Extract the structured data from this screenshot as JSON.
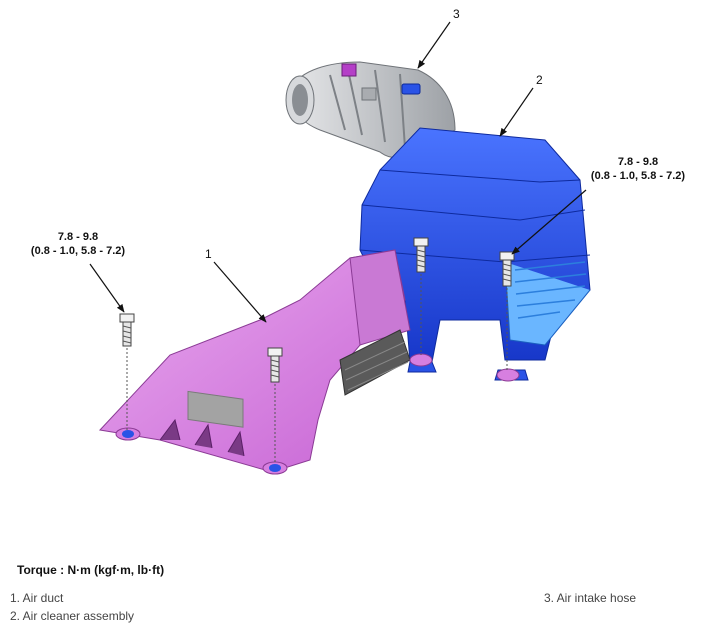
{
  "torque_left": {
    "value": "7.8 - 9.8",
    "range": "(0.8 - 1.0, 5.8 - 7.2)"
  },
  "torque_right": {
    "value": "7.8 - 9.8",
    "range": "(0.8 - 1.0, 5.8 - 7.2)"
  },
  "part_numbers": {
    "one": "1",
    "two": "2",
    "three": "3"
  },
  "torque_unit": "Torque : N·m (kgf·m, lb·ft)",
  "legend": {
    "item1": "1. Air duct",
    "item2": "2. Air cleaner assembly",
    "item3": "3. Air intake hose"
  },
  "colors": {
    "duct": "#d77fe0",
    "cleaner": "#2a53e6",
    "hose": "#bfc2c6",
    "clip": "#b43fc7"
  }
}
